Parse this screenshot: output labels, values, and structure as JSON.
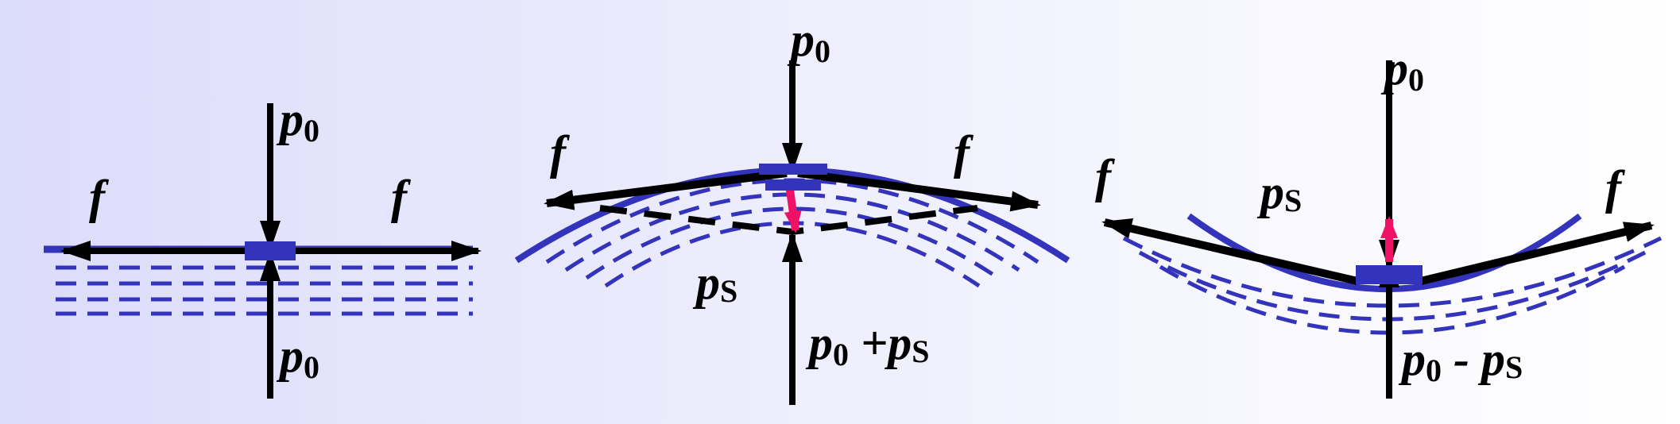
{
  "colors": {
    "surface": "#3333bb",
    "element": "#3333bb",
    "force_arrow": "#000000",
    "net_force_arrow": "#ee1166"
  },
  "panels": [
    {
      "name": "flat-surface",
      "labels": {
        "tension": "f",
        "pressure_above": "p",
        "pressure_above_sub": "0",
        "pressure_below": "p",
        "pressure_below_sub": "0"
      }
    },
    {
      "name": "convex-surface",
      "labels": {
        "tension": "f",
        "pressure_above": "p",
        "pressure_above_sub": "0",
        "surface_pressure": "p",
        "surface_pressure_sub": "S",
        "pressure_below_p0": "p",
        "pressure_below_p0_sub": "0",
        "pressure_below_op": " +",
        "pressure_below_ps": "p",
        "pressure_below_ps_sub": "S"
      }
    },
    {
      "name": "concave-surface",
      "labels": {
        "tension": "f",
        "pressure_above": "p",
        "pressure_above_sub": "0",
        "surface_pressure": "p",
        "surface_pressure_sub": "S",
        "pressure_below_p0": "p",
        "pressure_below_p0_sub": "0",
        "pressure_below_op": " - ",
        "pressure_below_ps": "p",
        "pressure_below_ps_sub": "S"
      }
    }
  ]
}
